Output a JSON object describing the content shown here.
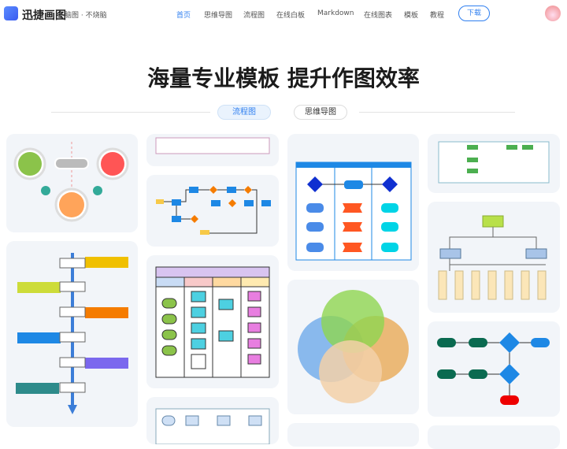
{
  "header": {
    "brand": "迅捷画图",
    "tagline": "脑图 · 不烧脑",
    "nav": [
      "首页",
      "思维导图",
      "流程图",
      "在线白板",
      "Markdown",
      "在线图表",
      "模板",
      "教程"
    ],
    "active_nav": "首页",
    "download": "下载"
  },
  "hero": {
    "title": "海量专业模板 提升作图效率"
  },
  "tabs": [
    {
      "label": "流程图",
      "active": true
    },
    {
      "label": "思维导图",
      "active": false
    }
  ],
  "colors": {
    "accent": "#2f7ff0"
  }
}
